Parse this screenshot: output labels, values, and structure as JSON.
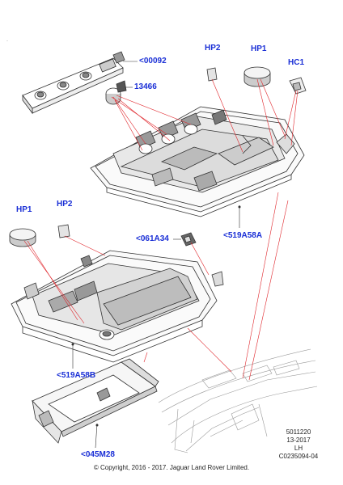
{
  "callouts": {
    "c00092": "<00092",
    "c13466": "13466",
    "hp2_top": "HP2",
    "hp1_top": "HP1",
    "hc1": "HC1",
    "hp1_left": "HP1",
    "hp2_left": "HP2",
    "c061a34": "<061A34",
    "c519a58a": "<519A58A",
    "c519a58b": "<519A58B",
    "c045m28": "<045M28"
  },
  "reference": {
    "line1": "5011220",
    "line2": "13-2017",
    "line3": "LH",
    "line4": "C0235094-04"
  },
  "copyright": "© Copyright, 2016 - 2017. Jaguar Land Rover Limited.",
  "colors": {
    "callout": "#1a2fd6",
    "leader": "#e0242a",
    "drawing": "#333333"
  }
}
